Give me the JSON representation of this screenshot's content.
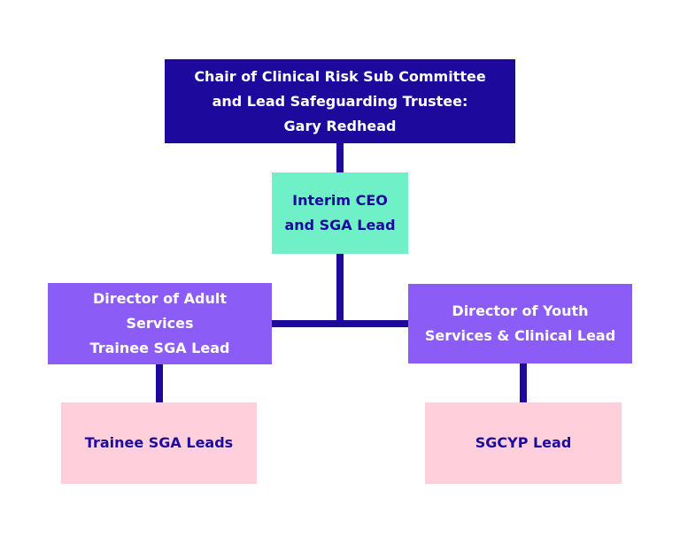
{
  "colors": {
    "navy": "#1d0a9c",
    "mint": "#6ff0c7",
    "purple": "#8b5cf6",
    "pink": "#ffd0dc",
    "white": "#ffffff"
  },
  "nodes": {
    "chair": "Chair of Clinical Risk Sub Committee\nand Lead Safeguarding Trustee:\nGary Redhead",
    "ceo": "Interim CEO\nand SGA Lead",
    "adult": "Director of Adult\nServices\nTrainee SGA Lead",
    "youth": "Director of Youth\nServices & Clinical Lead",
    "trainee_leads": "Trainee SGA Leads",
    "sgcyp": "SGCYP Lead"
  }
}
